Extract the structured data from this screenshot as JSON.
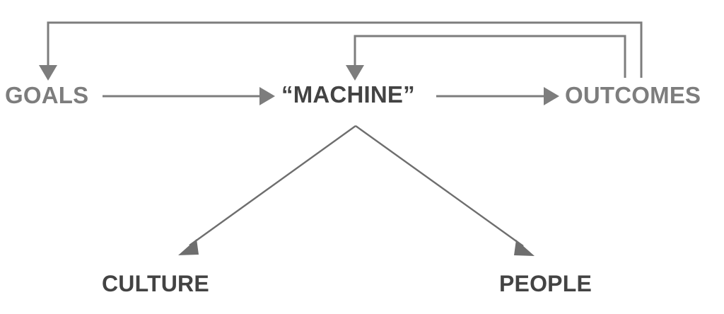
{
  "diagram": {
    "title": "Goals / Machine feedback loop diagram",
    "background_color": "#ffffff",
    "line_color": "#7d7d7d",
    "arrow_color": "#7d7d7d",
    "diagonal_line_color": "#6e6e6e",
    "nodes": [
      {
        "id": "goals",
        "label": "GOALS",
        "color": "#7d7d7d",
        "emphasis": "light"
      },
      {
        "id": "machine",
        "label": "“MACHINE”",
        "color": "#434343",
        "emphasis": "dark"
      },
      {
        "id": "outcomes",
        "label": "OUTCOMES",
        "color": "#7d7d7d",
        "emphasis": "light"
      },
      {
        "id": "culture",
        "label": "CULTURE",
        "color": "#434343",
        "emphasis": "dark"
      },
      {
        "id": "people",
        "label": "PEOPLE",
        "color": "#434343",
        "emphasis": "dark"
      }
    ],
    "connections": [
      {
        "id": "goals-to-machine",
        "from": "goals",
        "to": "machine",
        "style": "straight-horizontal-arrow"
      },
      {
        "id": "machine-to-outcomes",
        "from": "machine",
        "to": "outcomes",
        "style": "straight-horizontal-arrow"
      },
      {
        "id": "outcomes-to-goals",
        "from": "outcomes",
        "to": "goals",
        "style": "outer-feedback-loop-arrow"
      },
      {
        "id": "outcomes-to-machine",
        "from": "outcomes",
        "to": "machine",
        "style": "inner-feedback-loop-arrow"
      },
      {
        "id": "machine-to-culture",
        "from": "machine",
        "to": "culture",
        "style": "diagonal-arrow"
      },
      {
        "id": "machine-to-people",
        "from": "machine",
        "to": "people",
        "style": "diagonal-arrow"
      }
    ]
  }
}
